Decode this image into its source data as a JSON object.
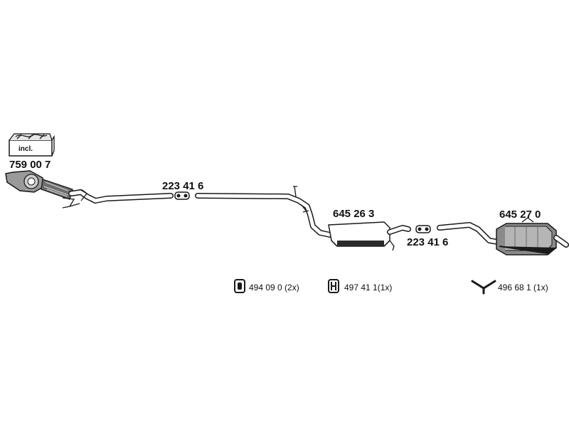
{
  "colors": {
    "ink": "#1a1a1a",
    "background": "#ffffff",
    "body_shade": "#8a8a8a"
  },
  "icons": [
    "catalytic-converter-box-icon",
    "clamp-icon",
    "rubber-mount-icon",
    "hanger-icon",
    "y-bracket-icon"
  ],
  "parts": {
    "catalytic_converter": {
      "number": "759 00 7",
      "incl_label": "incl."
    },
    "front_pipe": {
      "number": "223 41 6"
    },
    "center_muffler": {
      "number": "645 26 3"
    },
    "rear_clamp": {
      "number": "223 41 6"
    },
    "rear_muffler": {
      "number": "645 27 0"
    }
  },
  "kits": [
    {
      "number": "494 09 0 (2x)"
    },
    {
      "number": "497 41 1(1x)"
    },
    {
      "number": "496 68 1 (1x)"
    }
  ]
}
